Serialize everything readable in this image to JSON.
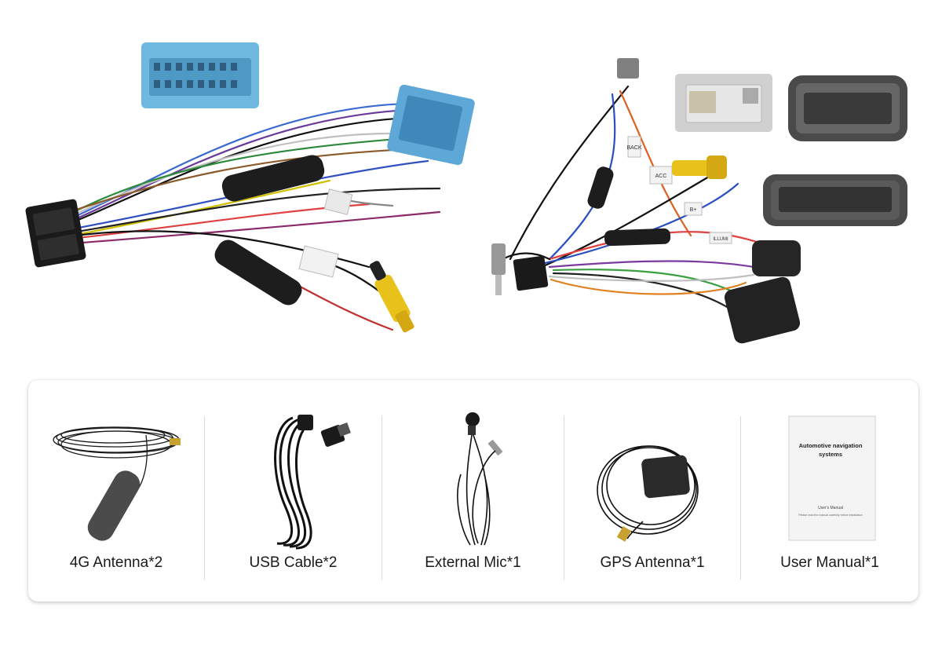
{
  "accessories": [
    {
      "label": "4G Antenna*2",
      "icon": "4g-antenna"
    },
    {
      "label": "USB Cable*2",
      "icon": "usb-cable"
    },
    {
      "label": "External Mic*1",
      "icon": "external-mic"
    },
    {
      "label": "GPS Antenna*1",
      "icon": "gps-antenna"
    },
    {
      "label": "User Manual*1",
      "icon": "user-manual"
    }
  ],
  "manual": {
    "title_line1": "Automotive navigation",
    "title_line2": "systems",
    "subtitle": "User's Manual",
    "note": "Please read the manual carefully before installation"
  },
  "harness": {
    "tag_back": "BACK",
    "tag_left": "ACC",
    "tag_mid": "B+",
    "tag_right": "ILLUMI"
  },
  "colors": {
    "blue_connector": "#6fb8e0",
    "rca_yellow": "#e8c21a",
    "panel_border": "#d8d8d8"
  }
}
